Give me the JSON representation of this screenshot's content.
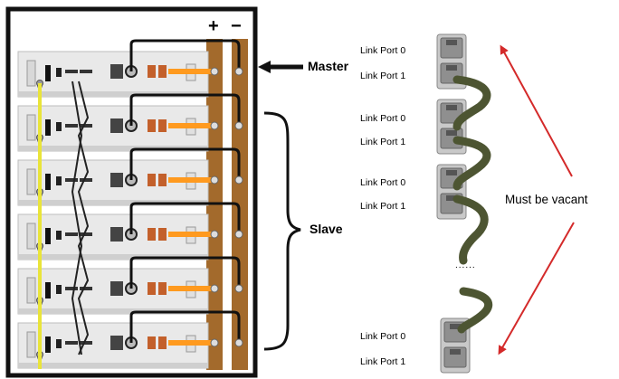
{
  "terminals": {
    "positive": "+",
    "negative": "−"
  },
  "roles": {
    "master": "Master",
    "slave": "Slave"
  },
  "link_ports": {
    "port0": "Link Port 0",
    "port1": "Link Port 1"
  },
  "ellipsis": "......",
  "note": "Must be vacant",
  "battery_module_count": 6,
  "colors": {
    "frame": "#111111",
    "module_body": "#e9e9e9",
    "busbar": "#a36a2c",
    "orange_cable": "#ff9a1f",
    "yellow_cable": "#e9e43a",
    "arrow_red": "#d42a2a",
    "link_cable": "#4d5532"
  }
}
